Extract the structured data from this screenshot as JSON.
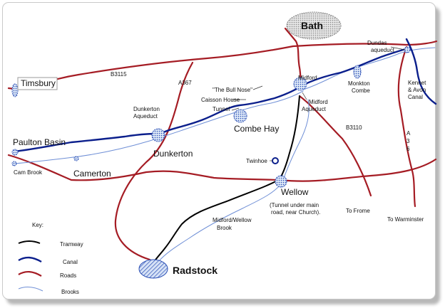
{
  "title": "",
  "places": {
    "bath": "Bath",
    "timsbury": "Timsbury",
    "paulton_basin": "Paulton Basin",
    "cam_brook": "Cam Brook",
    "camerton": "Camerton",
    "dunkerton": "Dunkerton",
    "dunkerton_aqueduct_1": "Dunkerton",
    "dunkerton_aqueduct_2": "Aqueduct",
    "combe_hay": "Combe Hay",
    "caisson_house": "Caisson House",
    "bull_nose": "\"The Bull Nose\"",
    "tunnel": "Tunnel",
    "midford": "Midford",
    "midford_aqueduct_1": "Midford",
    "midford_aqueduct_2": "Aqueduct",
    "dundas_aqueduct_1": "Dundas",
    "dundas_aqueduct_2": "aqueduct",
    "monkton_combe_1": "Monkton",
    "monkton_combe_2": "Combe",
    "kennet_avon_1": "Kennet",
    "kennet_avon_2": "& Avon",
    "kennet_avon_3": "Canal",
    "twinhoe": "Twinhoe",
    "wellow": "Wellow",
    "wellow_note_1": "(Tunnel under main",
    "wellow_note_2": "road, near Church).",
    "midford_wellow_brook_1": "Midford/Wellow",
    "midford_wellow_brook_2": "Brook",
    "radstock": "Radstock",
    "to_frome": "To Frome",
    "to_warminster": "To Warminster"
  },
  "roads": {
    "b3115": "B3115",
    "a367": "A367",
    "b3110": "B3110",
    "a36_a": "A",
    "a36_3": "3",
    "a36_6": "6"
  },
  "key": {
    "title": "Key:",
    "items": [
      {
        "label": "Tramway",
        "color": "#000000"
      },
      {
        "label": "Canal",
        "color": "#0b1f8c"
      },
      {
        "label": "Roads",
        "color": "#a51c24"
      },
      {
        "label": "Brooks",
        "color": "#6f8fd6"
      }
    ]
  },
  "colors": {
    "tramway": "#000000",
    "canal": "#0b1f8c",
    "road": "#a51c24",
    "brook": "#6f8fd6",
    "marker_fill": "#c9dbf3",
    "bath_fill": "#d8d8d8"
  }
}
